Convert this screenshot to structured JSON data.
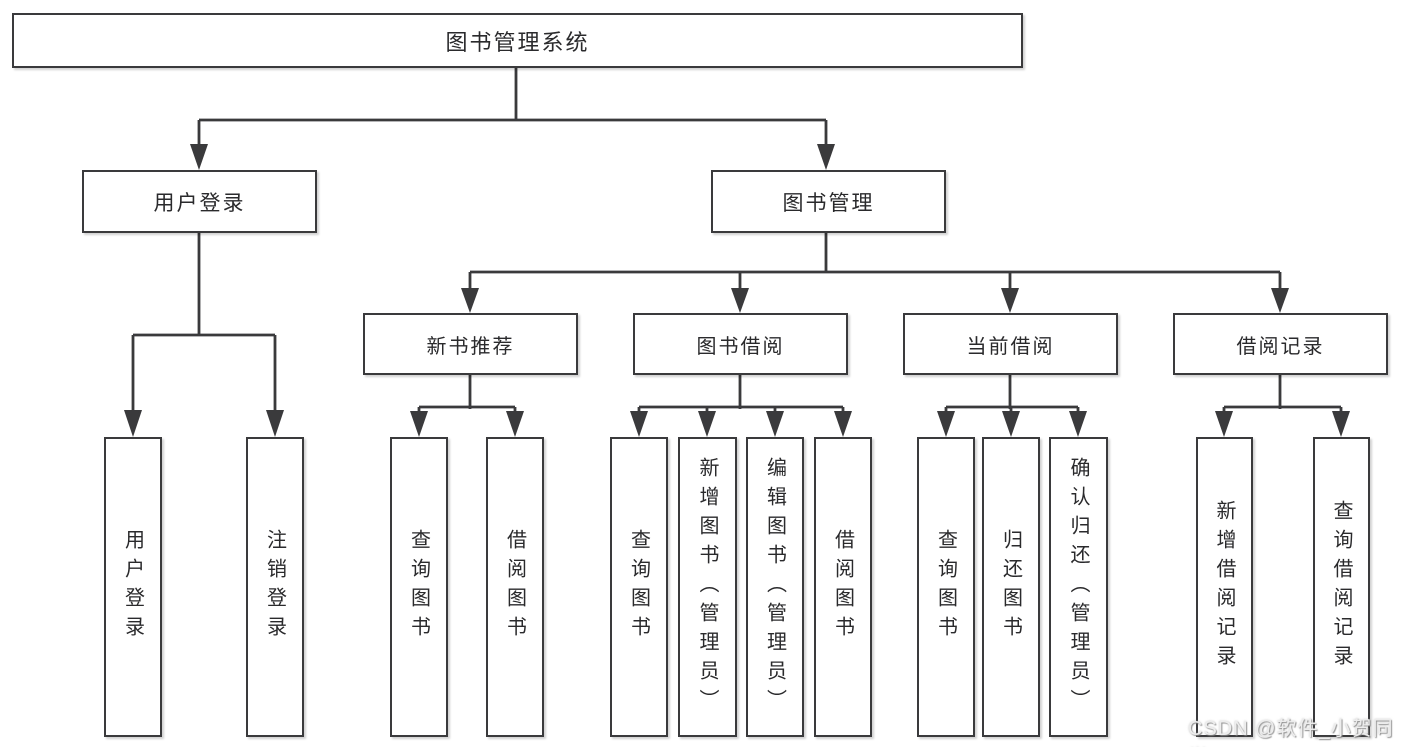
{
  "colors": {
    "line": "#3a3a3c",
    "text": "#2a2a2c",
    "background": "#ffffff",
    "watermark": "#ededed"
  },
  "diagram": {
    "root": "图书管理系统",
    "level1": {
      "user_login": "用户登录",
      "book_management": "图书管理"
    },
    "level2": {
      "new_book_recommend": "新书推荐",
      "book_borrowing": "图书借阅",
      "current_borrowing": "当前借阅",
      "borrowing_records": "借阅记录"
    },
    "leaves": {
      "user_login": [
        "用户登录",
        "注销登录"
      ],
      "new_book_recommend": [
        "查询图书",
        "借阅图书"
      ],
      "book_borrowing": [
        "查询图书",
        "新增图书（管理员）",
        "编辑图书（管理员）",
        "借阅图书"
      ],
      "current_borrowing": [
        "查询图书",
        "归还图书",
        "确认归还（管理员）"
      ],
      "borrowing_records": [
        "新增借阅记录",
        "查询借阅记录"
      ]
    }
  },
  "watermark": "CSDN @软件_小贺同学"
}
